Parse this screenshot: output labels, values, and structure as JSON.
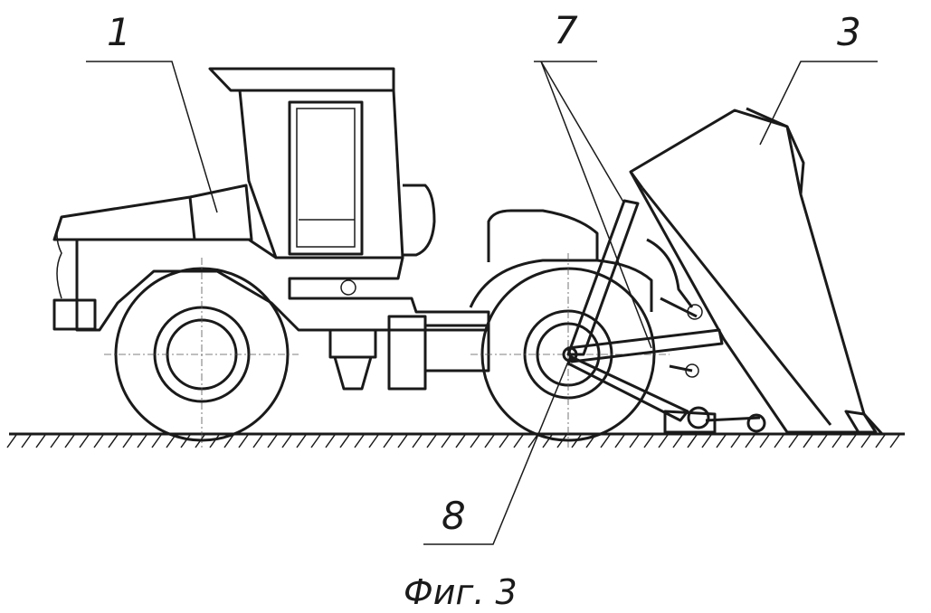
{
  "labels": {
    "tractor": "1",
    "frame": "7",
    "bucket": "3",
    "pivot": "8"
  },
  "caption": "Фиг. 3"
}
